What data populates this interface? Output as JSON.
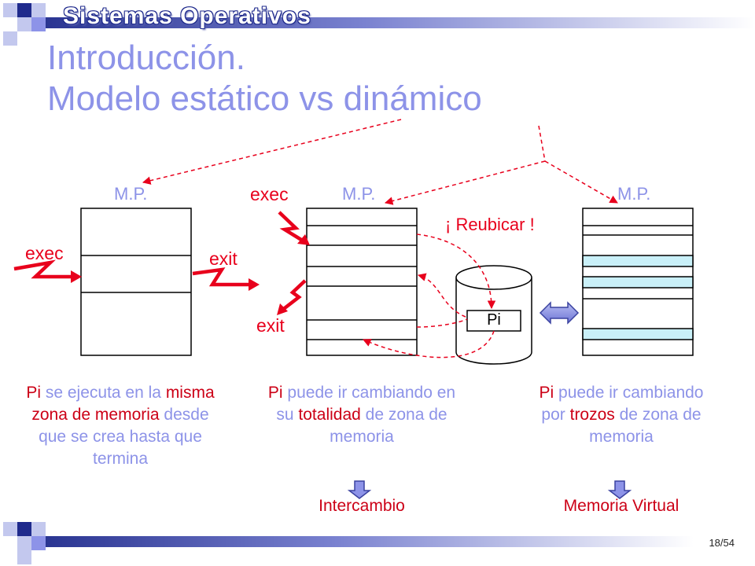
{
  "header": {
    "course": "Sistemas Operativos",
    "title_line1": "Introducción.",
    "title_line2": "Modelo estático vs dinámico"
  },
  "diagram": {
    "mp_label": "M.P.",
    "exec_label": "exec",
    "exit_label": "exit",
    "reubicar_label": "¡ Reubicar !",
    "process_label": "Pi"
  },
  "descriptions": {
    "left": {
      "p1": "Pi",
      "p2": " se ejecuta en la ",
      "p3": "misma zona de memoria",
      "p4": " desde que se crea hasta que termina"
    },
    "middle": {
      "p1": "Pi",
      "p2": " puede ir cambiando en su ",
      "p3": "totalidad",
      "p4": " de zona de memoria"
    },
    "right": {
      "p1": "Pi",
      "p2": " puede ir cambiando por ",
      "p3": "trozos",
      "p4": " de zona de memoria"
    }
  },
  "outcomes": {
    "middle": "Intercambio",
    "right": "Memoria Virtual"
  },
  "footer": {
    "page": "18/54"
  },
  "colors": {
    "accent": "#8d93e8",
    "red": "#e8001c",
    "navy": "#1f2a8c",
    "highlight": "#c9f0f8"
  }
}
